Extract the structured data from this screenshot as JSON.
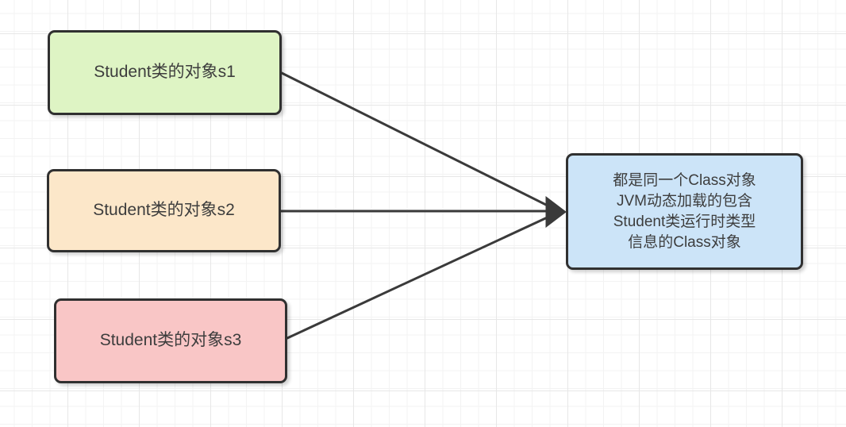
{
  "diagram": {
    "type": "flow",
    "arrow_color": "#3a3a3a",
    "grid": {
      "minor_color": "#f3f3f3",
      "major_color": "#e7e7e7"
    },
    "nodes": [
      {
        "id": "s1",
        "label": "Student类的对象s1",
        "fill": "#def4c4",
        "border": "#303030"
      },
      {
        "id": "s2",
        "label": "Student类的对象s2",
        "fill": "#fce7c9",
        "border": "#303030"
      },
      {
        "id": "s3",
        "label": "Student类的对象s3",
        "fill": "#f9c6c6",
        "border": "#303030"
      },
      {
        "id": "class_object",
        "lines": [
          "都是同一个Class对象",
          "JVM动态加载的包含",
          "Student类运行时类型",
          "信息的Class对象"
        ],
        "fill": "#cce4f8",
        "border": "#303030"
      }
    ],
    "edges": [
      {
        "from": "s1",
        "to": "class_object",
        "style": "solid-arrow"
      },
      {
        "from": "s2",
        "to": "class_object",
        "style": "solid-arrow"
      },
      {
        "from": "s3",
        "to": "class_object",
        "style": "solid-arrow"
      }
    ]
  }
}
